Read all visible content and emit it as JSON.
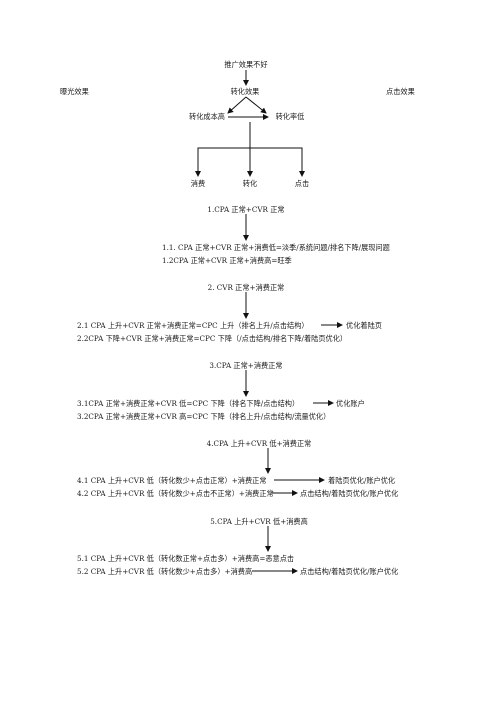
{
  "root": "推广效果不好",
  "top_left": "曝光效果",
  "top_mid": "转化效果",
  "top_right": "点击效果",
  "branch_left": "转化成本高",
  "branch_right": "转化率低",
  "leaves": [
    "消费",
    "转化",
    "点击"
  ],
  "sections": [
    {
      "title": "1.CPA 正常+CVR 正常",
      "items": [
        {
          "text": "1.1. CPA 正常+CVR 正常+消费低=淡季/系统问题/排名下降/展现问题"
        },
        {
          "text": "1.2CPA 正常+CVR 正常+消费高=旺季"
        }
      ]
    },
    {
      "title": "2. CVR 正常+消费正常",
      "items": [
        {
          "text": "2.1 CPA 上升+CVR 正常+消费正常=CPC 上升（排名上升/点击结构）",
          "result": "优化着陆页"
        },
        {
          "text": "2.2CPA 下降+CVR 正常+消费正常=CPC 下降（/点击结构/排名下降/着陆页优化）"
        }
      ]
    },
    {
      "title": "3.CPA 正常+消费正常",
      "items": [
        {
          "text": "3.1CPA 正常+消费正常+CVR 低=CPC 下降（排名下降/点击结构）",
          "result": "优化账户"
        },
        {
          "text": "3.2CPA 正常+消费正常+CVR 高=CPC 下降（排名上升/点击结构/流量优化）"
        }
      ]
    },
    {
      "title": "4.CPA 上升+CVR 低+消费正常",
      "items": [
        {
          "text": "4.1 CPA 上升+CVR 低（转化数少+点击正常）+消费正常",
          "result": "着陆页优化/账户优化"
        },
        {
          "text": "4.2 CPA 上升+CVR 低（转化数少+点击不正常）+消费正常",
          "result": "点击结构/着陆页优化/账户优化"
        }
      ]
    },
    {
      "title": "5.CPA 上升+CVR 低+消费高",
      "items": [
        {
          "text": "5.1 CPA 上升+CVR 低（转化数正常+点击多）+消费高=恶意点击"
        },
        {
          "text": "5.2 CPA 上升+CVR 低（转化数少+点击多）+消费高",
          "result": "点击结构/着陆页优化/账户优化"
        }
      ]
    }
  ]
}
